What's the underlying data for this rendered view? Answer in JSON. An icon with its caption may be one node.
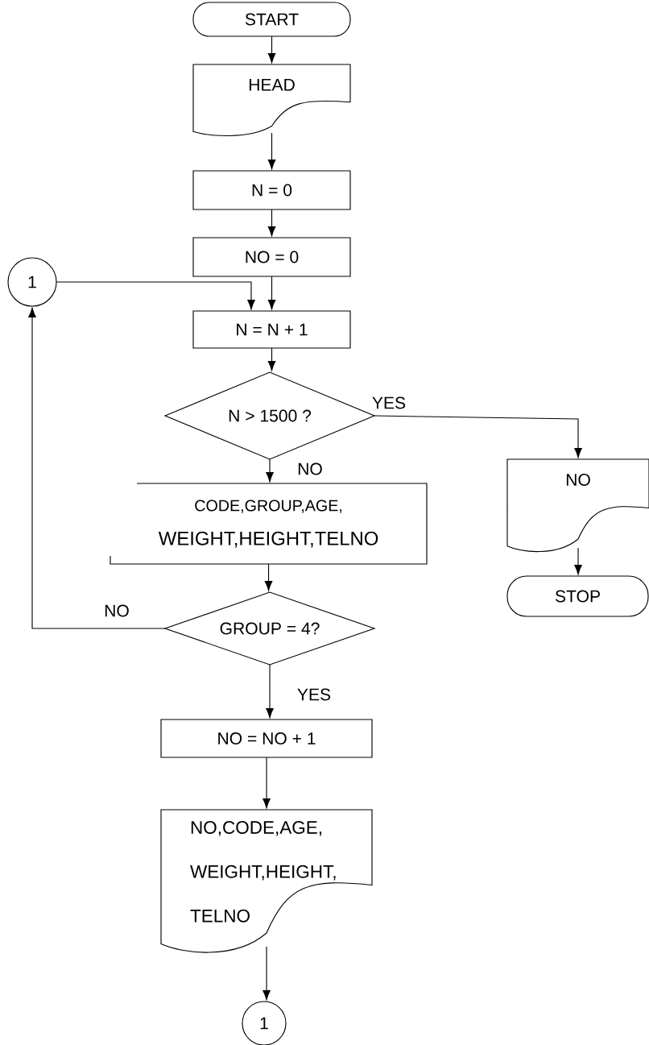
{
  "diagram": {
    "nodes": [
      {
        "text": [
          "START"
        ]
      },
      {
        "text": [
          "HEAD"
        ]
      },
      {
        "text": [
          "N = 0"
        ]
      },
      {
        "text": [
          "NO = 0"
        ]
      },
      {
        "text": [
          "1"
        ]
      },
      {
        "text": [
          "N = N + 1"
        ]
      },
      {
        "text": [
          "N > 1500 ?"
        ]
      },
      {
        "text": [
          "CODE,GROUP,AGE,",
          "WEIGHT,HEIGHT,TELNO"
        ]
      },
      {
        "text": [
          "GROUP = 4?"
        ]
      },
      {
        "text": [
          "NO = NO + 1"
        ]
      },
      {
        "text": [
          "NO,CODE,AGE, WEIGHT,HEIGHT, TELNO"
        ]
      },
      {
        "text": [
          "1"
        ]
      },
      {
        "text": [
          "NO"
        ]
      },
      {
        "text": [
          "STOP"
        ]
      }
    ],
    "edges": [
      {
        "from": 0,
        "to": 1,
        "arrow": "to"
      },
      {
        "from": 1,
        "to": 2,
        "arrow": "to"
      },
      {
        "from": 2,
        "to": 3,
        "arrow": "to"
      },
      {
        "from": 3,
        "to": 5,
        "arrow": "to"
      },
      {
        "from": 4,
        "to": 5,
        "arrow": "to"
      },
      {
        "from": 5,
        "to": 6,
        "arrow": "to"
      },
      {
        "from": 6,
        "to": 7,
        "arrow": "to",
        "label": "NO"
      },
      {
        "from": 6,
        "to": 12,
        "arrow": "to",
        "label": "YES"
      },
      {
        "from": 12,
        "to": 13,
        "arrow": "to"
      },
      {
        "from": 7,
        "to": 8,
        "arrow": "to"
      },
      {
        "from": 8,
        "to": 4,
        "arrow": "to",
        "label": "NO"
      },
      {
        "from": 8,
        "to": 9,
        "arrow": "to",
        "label": "YES"
      },
      {
        "from": 9,
        "to": 10,
        "arrow": "to"
      },
      {
        "from": 10,
        "to": 11,
        "arrow": "to"
      }
    ]
  }
}
